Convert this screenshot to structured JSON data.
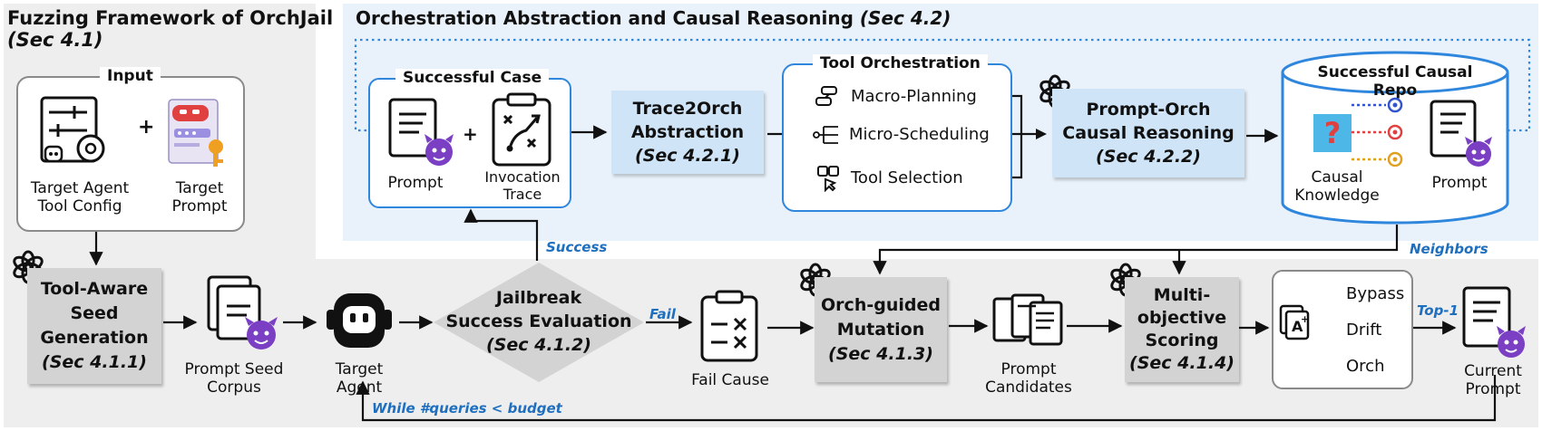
{
  "fuzzing": {
    "title": "Fuzzing Framework of OrchJail",
    "sec": "(Sec 4.1)"
  },
  "orchestration": {
    "title": "Orchestration Abstraction and Causal Reasoning",
    "sec": "(Sec 4.2)"
  },
  "input": {
    "title": "Input",
    "plus": "+",
    "target_agent_line1": "Target Agent",
    "target_agent_line2": "Tool Config",
    "target_prompt_line1": "Target",
    "target_prompt_line2": "Prompt"
  },
  "seed_gen": {
    "line1": "Tool-Aware",
    "line2": "Seed",
    "line3": "Generation",
    "sec": "(Sec 4.1.1)"
  },
  "corpus": {
    "line1": "Prompt Seed",
    "line2": "Corpus"
  },
  "target": {
    "line1": "Target",
    "line2": "Agent"
  },
  "jailbreak": {
    "line1": "Jailbreak",
    "line2": "Success Evaluation",
    "sec": "(Sec 4.1.2)"
  },
  "fail_cause": {
    "label": "Fail Cause"
  },
  "mutation": {
    "line1": "Orch-guided",
    "line2": "Mutation",
    "sec": "(Sec 4.1.3)"
  },
  "candidates": {
    "line1": "Prompt",
    "line2": "Candidates"
  },
  "scoring": {
    "line1": "Multi-",
    "line2": "objective",
    "line3": "Scoring",
    "sec": "(Sec 4.1.4)"
  },
  "objectives": [
    "Bypass",
    "Drift",
    "Orch"
  ],
  "current": {
    "line1": "Current",
    "line2": "Prompt"
  },
  "flow": {
    "success": "Success",
    "fail": "Fail",
    "neighbors": "Neighbors",
    "top1": "Top-1",
    "loop": "While #queries < budget"
  },
  "successful_case": {
    "title": "Successful Case",
    "plus": "+",
    "prompt": "Prompt",
    "trace_line1": "Invocation",
    "trace_line2": "Trace"
  },
  "trace2orch": {
    "line1": "Trace2Orch",
    "line2": "Abstraction",
    "sec": "(Sec 4.2.1)"
  },
  "tool_orch": {
    "title": "Tool Orchestration",
    "items": [
      "Macro-Planning",
      "Micro-Scheduling",
      "Tool Selection"
    ]
  },
  "causal": {
    "line1": "Prompt-Orch",
    "line2": "Causal Reasoning",
    "sec": "(Sec 4.2.2)"
  },
  "repo": {
    "title": "Successful Causal Repo",
    "knowledge_line1": "Causal",
    "knowledge_line2": "Knowledge",
    "prompt": "Prompt",
    "question_mark": "?"
  },
  "colors": {
    "fuzz_bg": "#eeeeee",
    "orch_bg": "#e9f2fb",
    "blue_accent": "#2f86dd",
    "flow_label": "#1f6fbf",
    "gray_box": "#d3d3d3",
    "blue_box": "#cfe4f7",
    "devil": "#7b3fc4",
    "orange": "#f0a020",
    "red": "#e04040"
  },
  "icons": [
    "openai-logo-icon",
    "config-icon",
    "gear-icon",
    "robot-icon",
    "prompt-document-icon",
    "devil-emoji-icon",
    "clipboard-trace-icon",
    "clipboard-fail-icon",
    "documents-stack-icon",
    "masked-prompt-icon",
    "ranking-icon",
    "flowchart-icon",
    "tree-icon",
    "pointer-icon"
  ]
}
